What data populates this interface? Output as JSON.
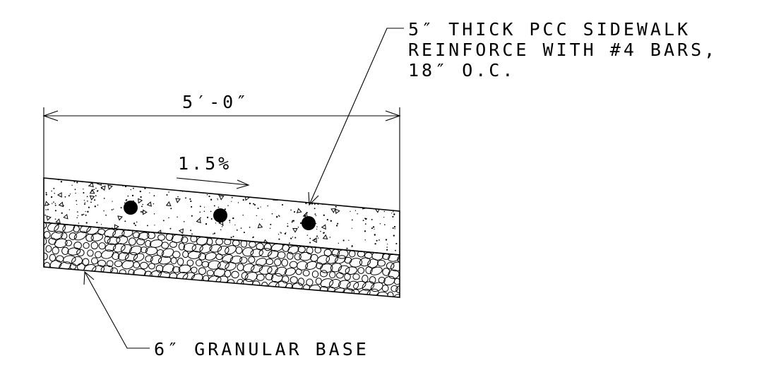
{
  "callout_top": {
    "line1": "5″ THICK PCC SIDEWALK",
    "line2": "REINFORCE WITH #4 BARS,",
    "line3": "18″ O.C."
  },
  "dimension": {
    "label": "5′-0″"
  },
  "slope": {
    "label": "1.5%"
  },
  "callout_bottom": {
    "label": "6″ GRANULAR BASE"
  },
  "colors": {
    "line": "#000000",
    "background": "#ffffff"
  }
}
